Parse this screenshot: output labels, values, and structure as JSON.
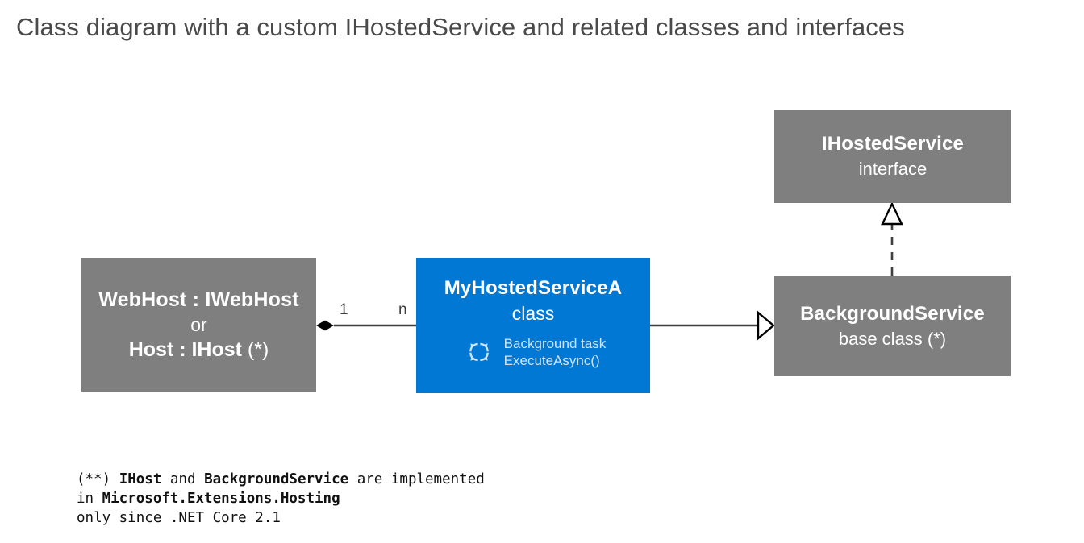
{
  "title": "Class diagram with a custom IHostedService and related classes and interfaces",
  "colors": {
    "node_gray": "#7f7f7f",
    "node_blue": "#0078d4",
    "connector": "#3f3f3f",
    "title_text": "#4a4a4a",
    "task_text": "#cfe5f7",
    "background": "#ffffff"
  },
  "nodes": {
    "webhost": {
      "title": "WebHost : IWebHost",
      "or": "or",
      "alt_name": "Host : IHost ",
      "alt_note": "(*)"
    },
    "myhostedservice": {
      "title": "MyHostedServiceA",
      "stereotype": "class",
      "icon": "cycle-refresh-icon",
      "task_line1": "Background task",
      "task_line2": "ExecuteAsync()"
    },
    "ihostedservice": {
      "title": "IHostedService",
      "stereotype": "interface"
    },
    "backgroundservice": {
      "title": "BackgroundService",
      "stereotype": "base class (*)"
    }
  },
  "edges": {
    "composition_multiplicity_source": "1",
    "composition_multiplicity_target": "n"
  },
  "footnote": {
    "line1_a": "(**) ",
    "line1_b": "IHost",
    "line1_c": " and ",
    "line1_d": "BackgroundService",
    "line1_e": " are implemented",
    "line2_a": "in ",
    "line2_b": "Microsoft.Extensions.Hosting",
    "line3": "only since .NET Core 2.1"
  }
}
